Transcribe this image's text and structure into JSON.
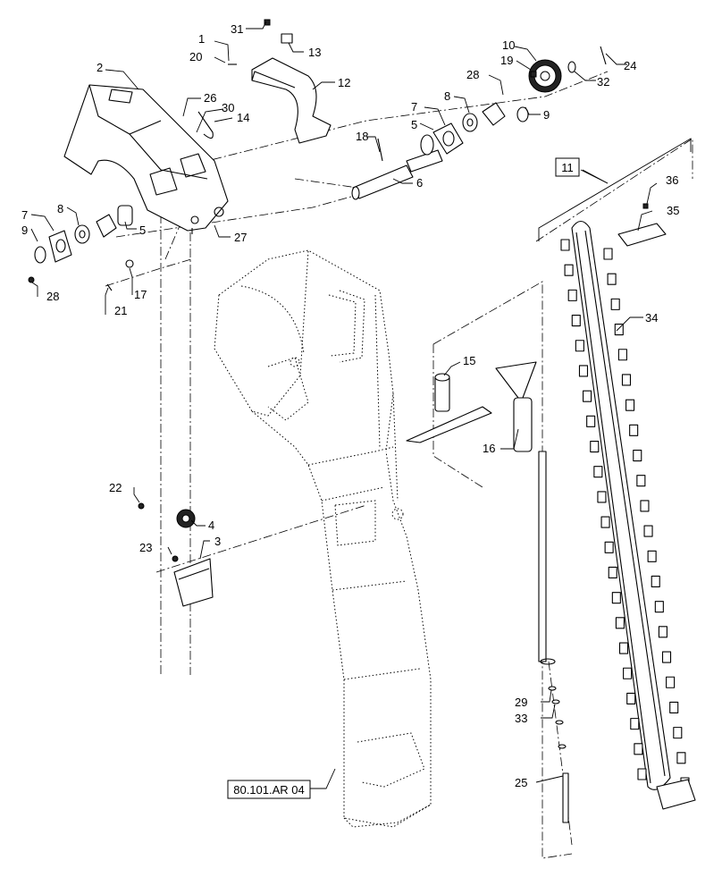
{
  "diagram": {
    "callouts": [
      "1",
      "2",
      "3",
      "4",
      "5",
      "6",
      "7",
      "8",
      "9",
      "10",
      "11",
      "12",
      "13",
      "14",
      "15",
      "16",
      "17",
      "18",
      "19",
      "20",
      "21",
      "22",
      "23",
      "24",
      "25",
      "26",
      "27",
      "28",
      "29",
      "30",
      "31",
      "32",
      "33",
      "34",
      "35",
      "36"
    ],
    "reference_label": "80.101.AR 04",
    "group_label": "11"
  }
}
